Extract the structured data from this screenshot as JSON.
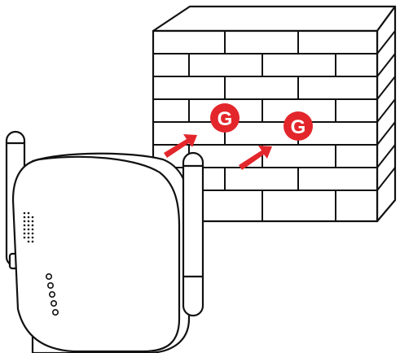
{
  "illustration": {
    "badge_letter": "G",
    "badge_count": 2,
    "wifi_signal_arrows": 2,
    "status_leds": 5
  },
  "colors": {
    "accent_red": "#e3262b",
    "outline": "#111111",
    "device_fill": "#ffffff",
    "wall_fill": "#ffffff"
  },
  "icons": {
    "badge": "g-badge-icon",
    "arrow": "signal-arrow-icon"
  }
}
